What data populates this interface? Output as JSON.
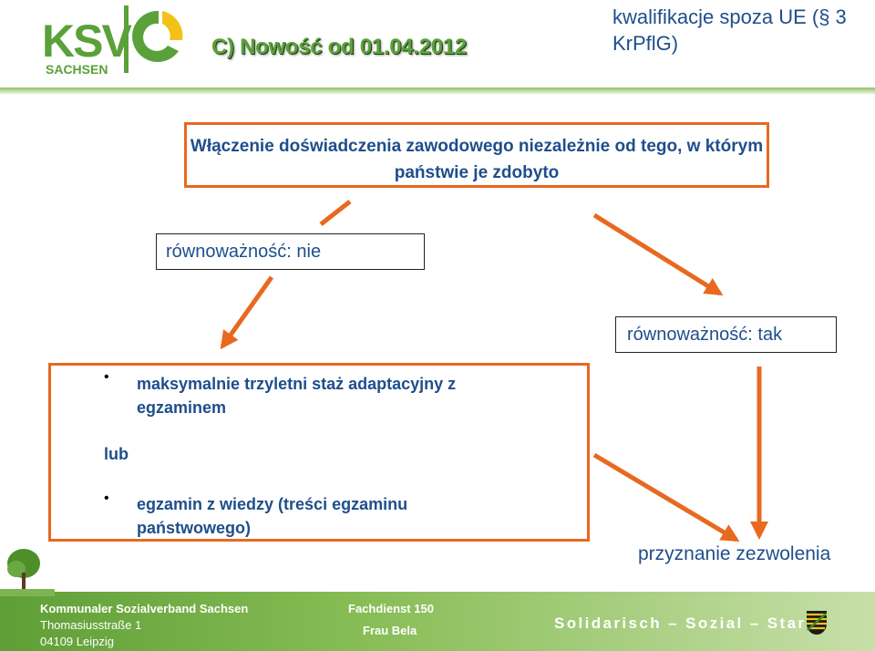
{
  "header": {
    "logo_text": "KSV",
    "logo_subtext": "SACHSEN",
    "subtitle": "C) Nowość od 01.04.2012",
    "top_right": "kwalifikacje spoza UE (§ 3 KrPflG)"
  },
  "diagram": {
    "main_box": "Włączenie doświadczenia zawodowego niezależnie od tego, w którym państwie je zdobyto",
    "equivalence_no": "równoważność: nie",
    "equivalence_yes": "równoważność: tak",
    "option_1": "maksymalnie trzyletni staż adaptacyjny z egzaminem",
    "or_label": "lub",
    "option_2": "egzamin z wiedzy (treści egzaminu państwowego)",
    "result": "przyznanie zezwolenia",
    "bullet": "•",
    "accent_color": "#e8691f",
    "text_color": "#1f4e8c"
  },
  "footer": {
    "org_name": "Kommunaler Sozialverband Sachsen",
    "street": "Thomasiusstraße 1",
    "city": "04109 Leipzig",
    "department": "Fachdienst 150",
    "person": "Frau Bela",
    "slogan": "Solidarisch – Sozial – Stark"
  }
}
